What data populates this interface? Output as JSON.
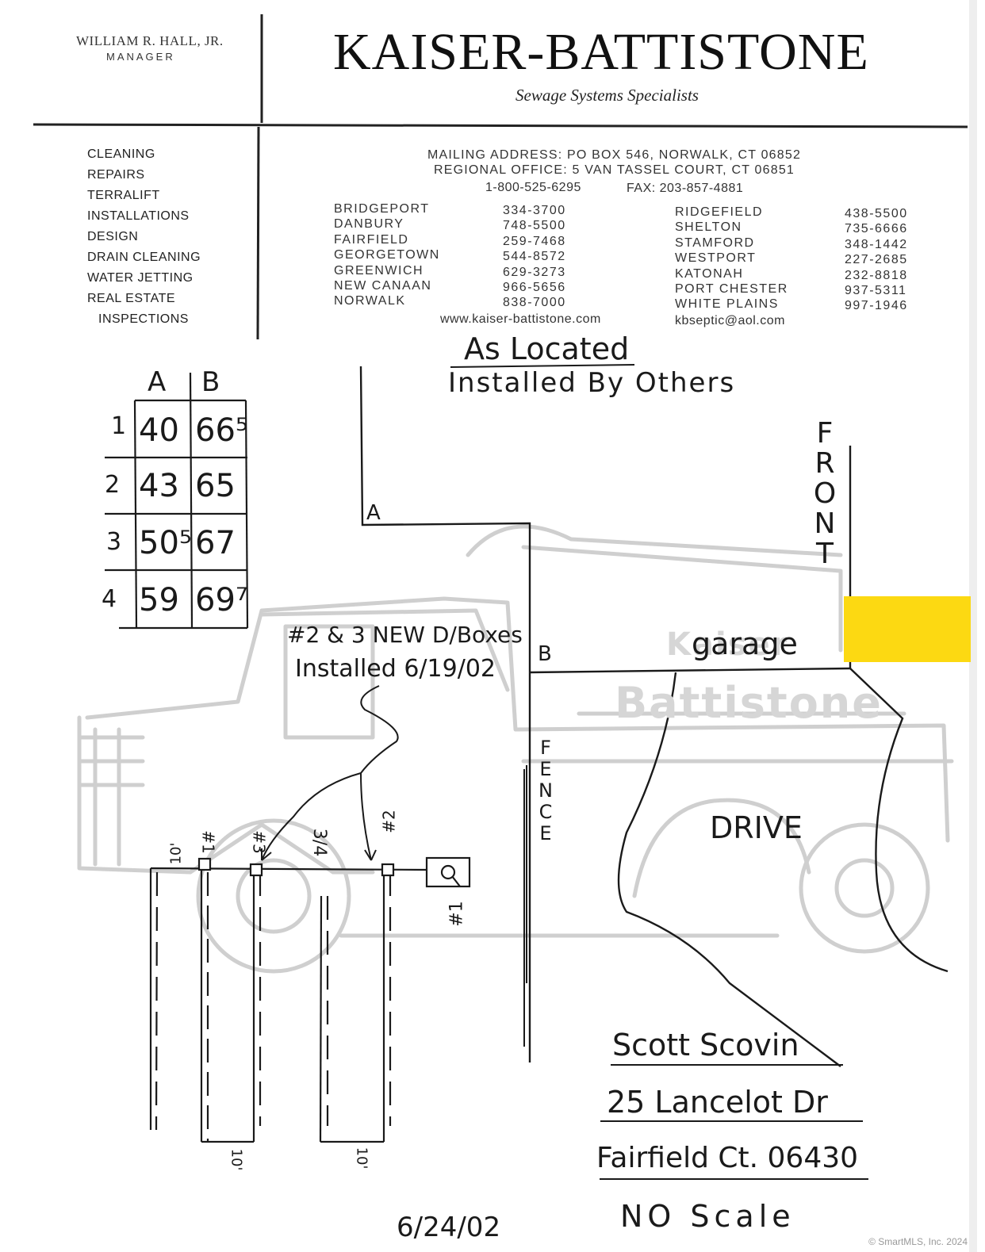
{
  "letterhead": {
    "manager_name": "WILLIAM R. HALL, JR.",
    "manager_title": "MANAGER",
    "company": "KAISER-BATTISTONE",
    "tagline": "Sewage Systems Specialists",
    "services": [
      "CLEANING",
      "REPAIRS",
      "TERRALIFT",
      "INSTALLATIONS",
      "DESIGN",
      "DRAIN CLEANING",
      "WATER JETTING",
      "REAL ESTATE",
      "INSPECTIONS"
    ],
    "mailing_address": "MAILING ADDRESS: PO BOX 546, NORWALK, CT 06852",
    "regional_office": "REGIONAL OFFICE: 5 VAN TASSEL COURT, CT 06851",
    "toll_free": "1-800-525-6295",
    "fax": "FAX: 203-857-4881",
    "offices_left": [
      {
        "town": "BRIDGEPORT",
        "phone": "334-3700"
      },
      {
        "town": "DANBURY",
        "phone": "748-5500"
      },
      {
        "town": "FAIRFIELD",
        "phone": "259-7468"
      },
      {
        "town": "GEORGETOWN",
        "phone": "544-8572"
      },
      {
        "town": "GREENWICH",
        "phone": "629-3273"
      },
      {
        "town": "NEW CANAAN",
        "phone": "966-5656"
      },
      {
        "town": "NORWALK",
        "phone": "838-7000"
      }
    ],
    "offices_right": [
      {
        "town": "RIDGEFIELD",
        "phone": "438-5500"
      },
      {
        "town": "SHELTON",
        "phone": "735-6666"
      },
      {
        "town": "STAMFORD",
        "phone": "348-1442"
      },
      {
        "town": "WESTPORT",
        "phone": "227-2685"
      },
      {
        "town": "KATONAH",
        "phone": "232-8818"
      },
      {
        "town": "PORT CHESTER",
        "phone": "937-5311"
      },
      {
        "town": "WHITE PLAINS",
        "phone": "997-1946"
      }
    ],
    "website": "www.kaiser-battistone.com",
    "email": "kbseptic@aol.com"
  },
  "sketch": {
    "heading_line1": "As Located",
    "heading_line2": "Installed By Others",
    "measure_table": {
      "columns": [
        "A",
        "B"
      ],
      "rows": [
        {
          "label": "1",
          "a": "40",
          "b": "66⁵"
        },
        {
          "label": "2",
          "a": "43",
          "b": "65"
        },
        {
          "label": "3",
          "a": "50⁵",
          "b": "67"
        },
        {
          "label": "4",
          "a": "59",
          "b": "69⁷"
        }
      ]
    },
    "point_a": "A",
    "point_b": "B",
    "front_label": "FRONT",
    "garage_label": "garage",
    "drive_label": "DRIVE",
    "fence_label": "FENCE",
    "note_line1": "#2 & 3 NEW D/Boxes",
    "note_line2": "Installed 6/19/02",
    "box_labels": [
      "#1",
      "#3",
      "3/4",
      "#2",
      "#1"
    ],
    "leach_labels": [
      "10'",
      "10'",
      "10'"
    ],
    "owner_name": "Scott Scovin",
    "owner_street": "25 Lancelot Dr",
    "owner_city": "Fairfield Ct. 06430",
    "scale_note": "NO Scale",
    "date": "6/24/02",
    "truck_watermark": "Battistone",
    "truck_watermark_top": "Kaiser"
  },
  "footer": {
    "copyright": "© SmartMLS, Inc. 2024"
  },
  "colors": {
    "sticky_note": "#fcd912",
    "watermark": "#d6d6d6",
    "ink": "#1a1a1a"
  }
}
